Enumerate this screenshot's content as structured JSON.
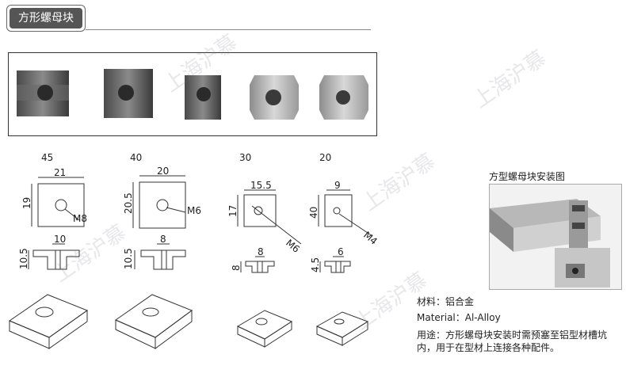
{
  "header": {
    "title": "方形螺母块"
  },
  "watermark": {
    "text": "上海沪慕"
  },
  "sizes": [
    {
      "size": "45",
      "width": "21",
      "height": "19",
      "thread": "M8",
      "profile_width": "10",
      "profile_height": "10.5"
    },
    {
      "size": "40",
      "width": "20",
      "height": "20.5",
      "thread": "M6",
      "profile_width": "8",
      "profile_height": "10.5"
    },
    {
      "size": "30",
      "width": "15.5",
      "height": "17",
      "thread": "M6",
      "profile_width": "8",
      "profile_height": "8"
    },
    {
      "size": "20",
      "width": "9",
      "height": "40",
      "thread": "M4",
      "profile_width": "6",
      "profile_height": "4.5"
    }
  ],
  "install": {
    "title": "方型螺母块安装图"
  },
  "specs": {
    "material_cn": "材料：铝合金",
    "material_en": "Material：Al-Alloy",
    "usage_line1": "用途：方形螺母块安装时需预塞至铝型材槽坑",
    "usage_line2": "内，用于在型材上连接各种配件。"
  },
  "colors": {
    "header_bg": "#555555",
    "line": "#333333",
    "metal": "#8a8a8a"
  }
}
